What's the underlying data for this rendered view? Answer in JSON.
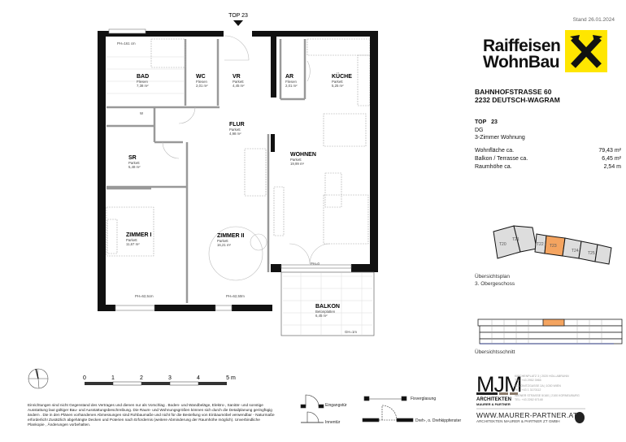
{
  "header": {
    "stand": "Stand 26.01.2024",
    "entrance_label": "TOP 23"
  },
  "logo": {
    "line1": "Raiffeisen",
    "line2": "WohnBau",
    "accent": "#ffe600"
  },
  "project": {
    "street": "BAHNHOFSTRASSE 60",
    "city": "2232 DEUTSCH-WAGRAM"
  },
  "unit": {
    "top_label": "TOP",
    "top_number": "23",
    "floor": "DG",
    "type": "3-Zimmer Wohnung"
  },
  "areas": [
    {
      "label": "Wohnfläche ca.",
      "value": "79,43 m²"
    },
    {
      "label": "Balkon / Terrasse ca.",
      "value": "6,45 m²"
    },
    {
      "label": "Raumhöhe ca.",
      "value": "2,54 m"
    }
  ],
  "rooms": [
    {
      "name": "BAD",
      "floor": "Fliesen",
      "area": "7,38 m²"
    },
    {
      "name": "WC",
      "floor": "Fliesen",
      "area": "2,01 m²"
    },
    {
      "name": "VR",
      "floor": "Parkett",
      "area": "4,45 m²"
    },
    {
      "name": "AR",
      "floor": "Fliesen",
      "area": "2,01 m²"
    },
    {
      "name": "KÜCHE",
      "floor": "Parkett",
      "area": "5,25 m²"
    },
    {
      "name": "FLUR",
      "floor": "Parkett",
      "area": "4,98 m²"
    },
    {
      "name": "SR",
      "floor": "Parkett",
      "area": "5,48 m²"
    },
    {
      "name": "WOHNEN",
      "floor": "Parkett",
      "area": "19,99 m²"
    },
    {
      "name": "ZIMMER I",
      "floor": "Parkett",
      "area": "11,67 m²"
    },
    {
      "name": "ZIMMER II",
      "floor": "Parkett",
      "area": "16,21 m²"
    },
    {
      "name": "BALKON",
      "floor": "Betonplatten",
      "area": "6,45 m²"
    }
  ],
  "plan_notes": {
    "ph_bad": "PH=161 cm",
    "ph_z1": "PH=62,5cm",
    "ph_z2": "PH=62,50m",
    "ph0": "PH=0",
    "gh": "GH=1m",
    "w": "W"
  },
  "overview": {
    "units": [
      "T20",
      "T21",
      "T22",
      "T23",
      "T24",
      "T25"
    ],
    "highlight": "#f4a460",
    "plan_title": "Übersichtsplan",
    "plan_floor": "3. Obergeschoss",
    "section_title": "Übersichtsschnitt"
  },
  "scale": {
    "ticks": [
      "0",
      "1",
      "2",
      "3",
      "4",
      "5 m"
    ]
  },
  "disclaimer": "Einrichtungen sind nicht Gegenstand des Vertrages und dienen nur als Vorschlag . Boden- und Wandbeläge, Elektro-, Sanitär- und sonstige Ausstattung laut gültiger Bau- und Ausstattungsbeschreibung. Die Raum- und Wohnungsgrößen können sich durch die Detailplanung geringfügig ändern . Die in den Plänen vorhandenen Abmessungen sind Rohbaumaße und nicht für die Bestellung von Einbaumöbel verwendbar - Naturmaße erforderlich! Zusätzlich abgehängte Decken und Poterien nach Erfordernis (weitere Abminderung der Raumhöhe möglich). Unverbindliche Plankopie , Änderungen vorbehalten.",
  "legend": {
    "entrance_door": "Eingangstür",
    "inner_door": "Innentür",
    "fixed_glazing": "Fixverglasung",
    "window": "Dreh-, o. Drehkippfenster"
  },
  "architect": {
    "logo": "MJM",
    "name1": "ARCHITEKTEN",
    "name2": "MAURER & PARTNER",
    "addr1": "KIRCHENPLATZ 3 | 2020 HOLLABRUNN",
    "tel1": "TEL: +43 2952 3965",
    "addr2": "KOLONITZGASSE 2A | 1030 WIEN",
    "tel2": "TEL: +43 1 3170112",
    "addr3": "WIENER STRASSE 5/160 | 2100 KORNEUBURG",
    "tel3": "TEL: +43 2262 67148",
    "web": "WWW.MAURER-PARTNER.AT",
    "company": "ARCHITEKTEN MAURER & PARTNER ZT GMBH"
  }
}
